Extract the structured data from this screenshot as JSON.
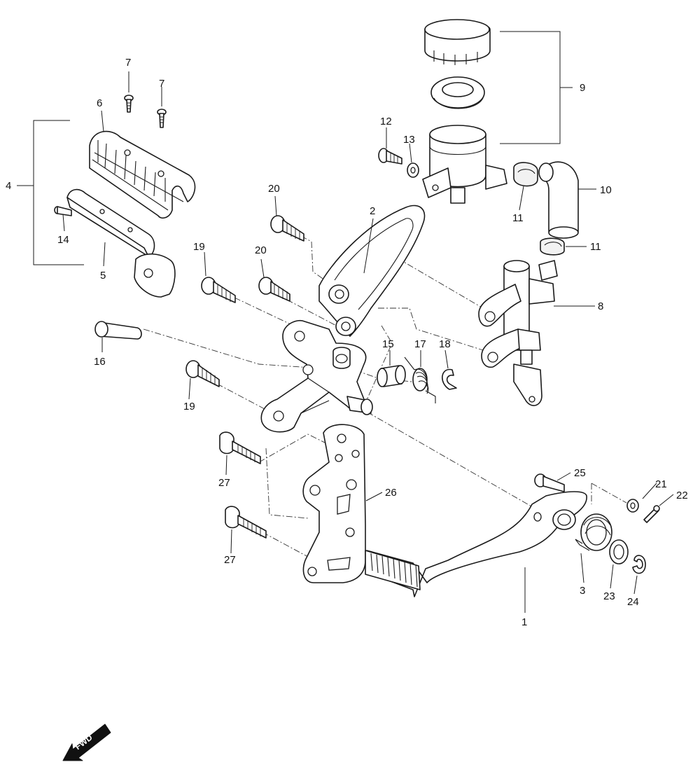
{
  "callouts": {
    "c1": "1",
    "c2": "2",
    "c3": "3",
    "c4": "4",
    "c5": "5",
    "c6": "6",
    "c7a": "7",
    "c7b": "7",
    "c8": "8",
    "c9": "9",
    "c10": "10",
    "c11a": "11",
    "c11b": "11",
    "c12": "12",
    "c13": "13",
    "c14": "14",
    "c15": "15",
    "c16": "16",
    "c17": "17",
    "c18": "18",
    "c19a": "19",
    "c19b": "19",
    "c20a": "20",
    "c20b": "20",
    "c21": "21",
    "c22": "22",
    "c23": "23",
    "c24": "24",
    "c25": "25",
    "c26": "26",
    "c27a": "27",
    "c27b": "27"
  },
  "direction_label": "FWD"
}
